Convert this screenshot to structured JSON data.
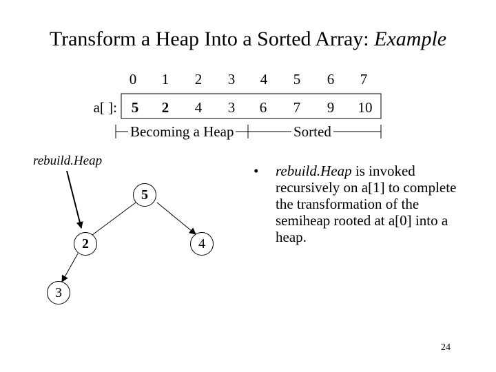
{
  "title": {
    "main": "Transform a Heap Into a Sorted Array: ",
    "emph": "Example"
  },
  "array": {
    "label": "a[ ]:",
    "indices": [
      "0",
      "1",
      "2",
      "3",
      "4",
      "5",
      "6",
      "7"
    ],
    "values": [
      "5",
      "2",
      "4",
      "3",
      "6",
      "7",
      "9",
      "10"
    ],
    "segments": {
      "heap": "Becoming a Heap",
      "sorted": "Sorted"
    }
  },
  "operation_label": "rebuild.Heap",
  "tree": {
    "nodes": [
      "5",
      "2",
      "4",
      "3"
    ]
  },
  "bullet": {
    "marker": "•",
    "method": "rebuild.Heap",
    "text": " is invoked recursively on a[1] to complete the transformation of the semiheap rooted at a[0] into a heap."
  },
  "page_number": "24"
}
